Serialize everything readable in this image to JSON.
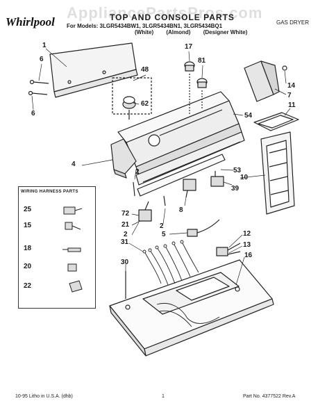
{
  "header": {
    "watermark": "AppliancePartsPros.com",
    "brand_mark": "",
    "logo": "Whirlpool",
    "title": "TOP AND CONSOLE PARTS",
    "models_line": "For Models: 3LGR5434BW1, 3LGR5434BN1, 3LGR5434BQ1",
    "variants": [
      "(White)",
      "(Almond)",
      "(Designer White)"
    ],
    "dryer_type": "GAS DRYER"
  },
  "legend": {
    "title": "WIRING HARNESS PARTS",
    "items": [
      "25",
      "15",
      "18",
      "20",
      "22"
    ]
  },
  "callouts": [
    "1",
    "6",
    "6",
    "48",
    "62",
    "17",
    "81",
    "14",
    "7",
    "11",
    "54",
    "4",
    "2",
    "53",
    "39",
    "10",
    "72",
    "21",
    "2",
    "8",
    "2",
    "5",
    "31",
    "12",
    "13",
    "30",
    "16"
  ],
  "footer": {
    "left": "10-95 Litho in U.S.A. (dhb)",
    "page": "1",
    "part_no": "Part No. 4377522 Rev.A"
  }
}
